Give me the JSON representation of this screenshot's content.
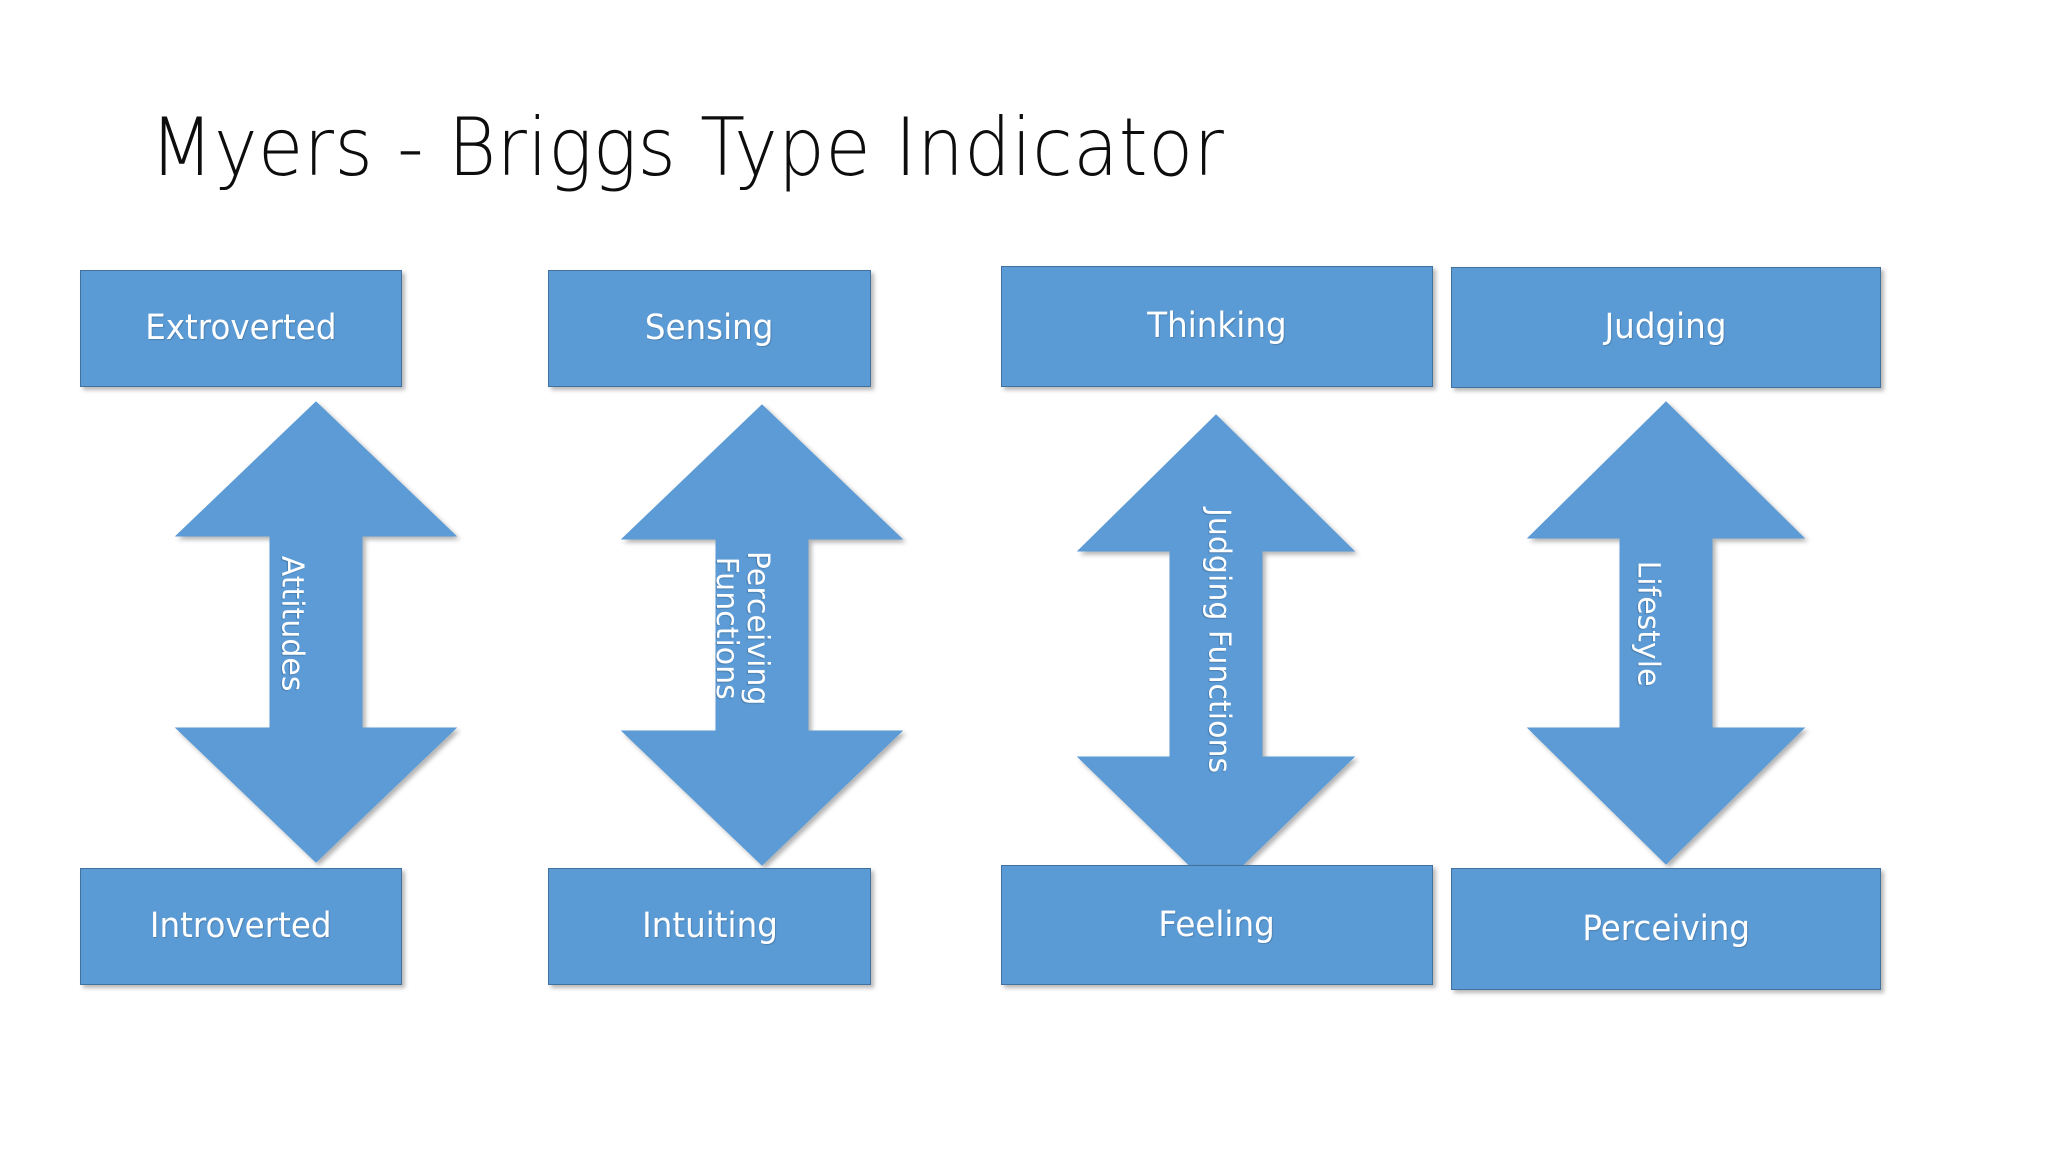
{
  "slide": {
    "title": "Myers - Briggs Type Indicator",
    "background_color": "#FFFFFF"
  },
  "theme": {
    "shape_fill": "#5B9BD5",
    "shape_border": "#41719C",
    "shape_text": "#FFFFFF",
    "title_text": "#0D0D0D"
  },
  "dichotomies": [
    {
      "top_label": "Extroverted",
      "bottom_label": "Introverted",
      "arrow_label": "Attitudes",
      "arrow_label_lines": [
        "Attitudes"
      ]
    },
    {
      "top_label": "Sensing",
      "bottom_label": "Intuiting",
      "arrow_label": "Perceiving Functions",
      "arrow_label_lines": [
        "Perceiving",
        "Functions"
      ]
    },
    {
      "top_label": "Thinking",
      "bottom_label": "Feeling",
      "arrow_label": "Judging Functions",
      "arrow_label_lines": [
        "Judging Functions"
      ]
    },
    {
      "top_label": "Judging",
      "bottom_label": "Perceiving",
      "arrow_label": "Lifestyle",
      "arrow_label_lines": [
        "Lifestyle"
      ]
    }
  ]
}
